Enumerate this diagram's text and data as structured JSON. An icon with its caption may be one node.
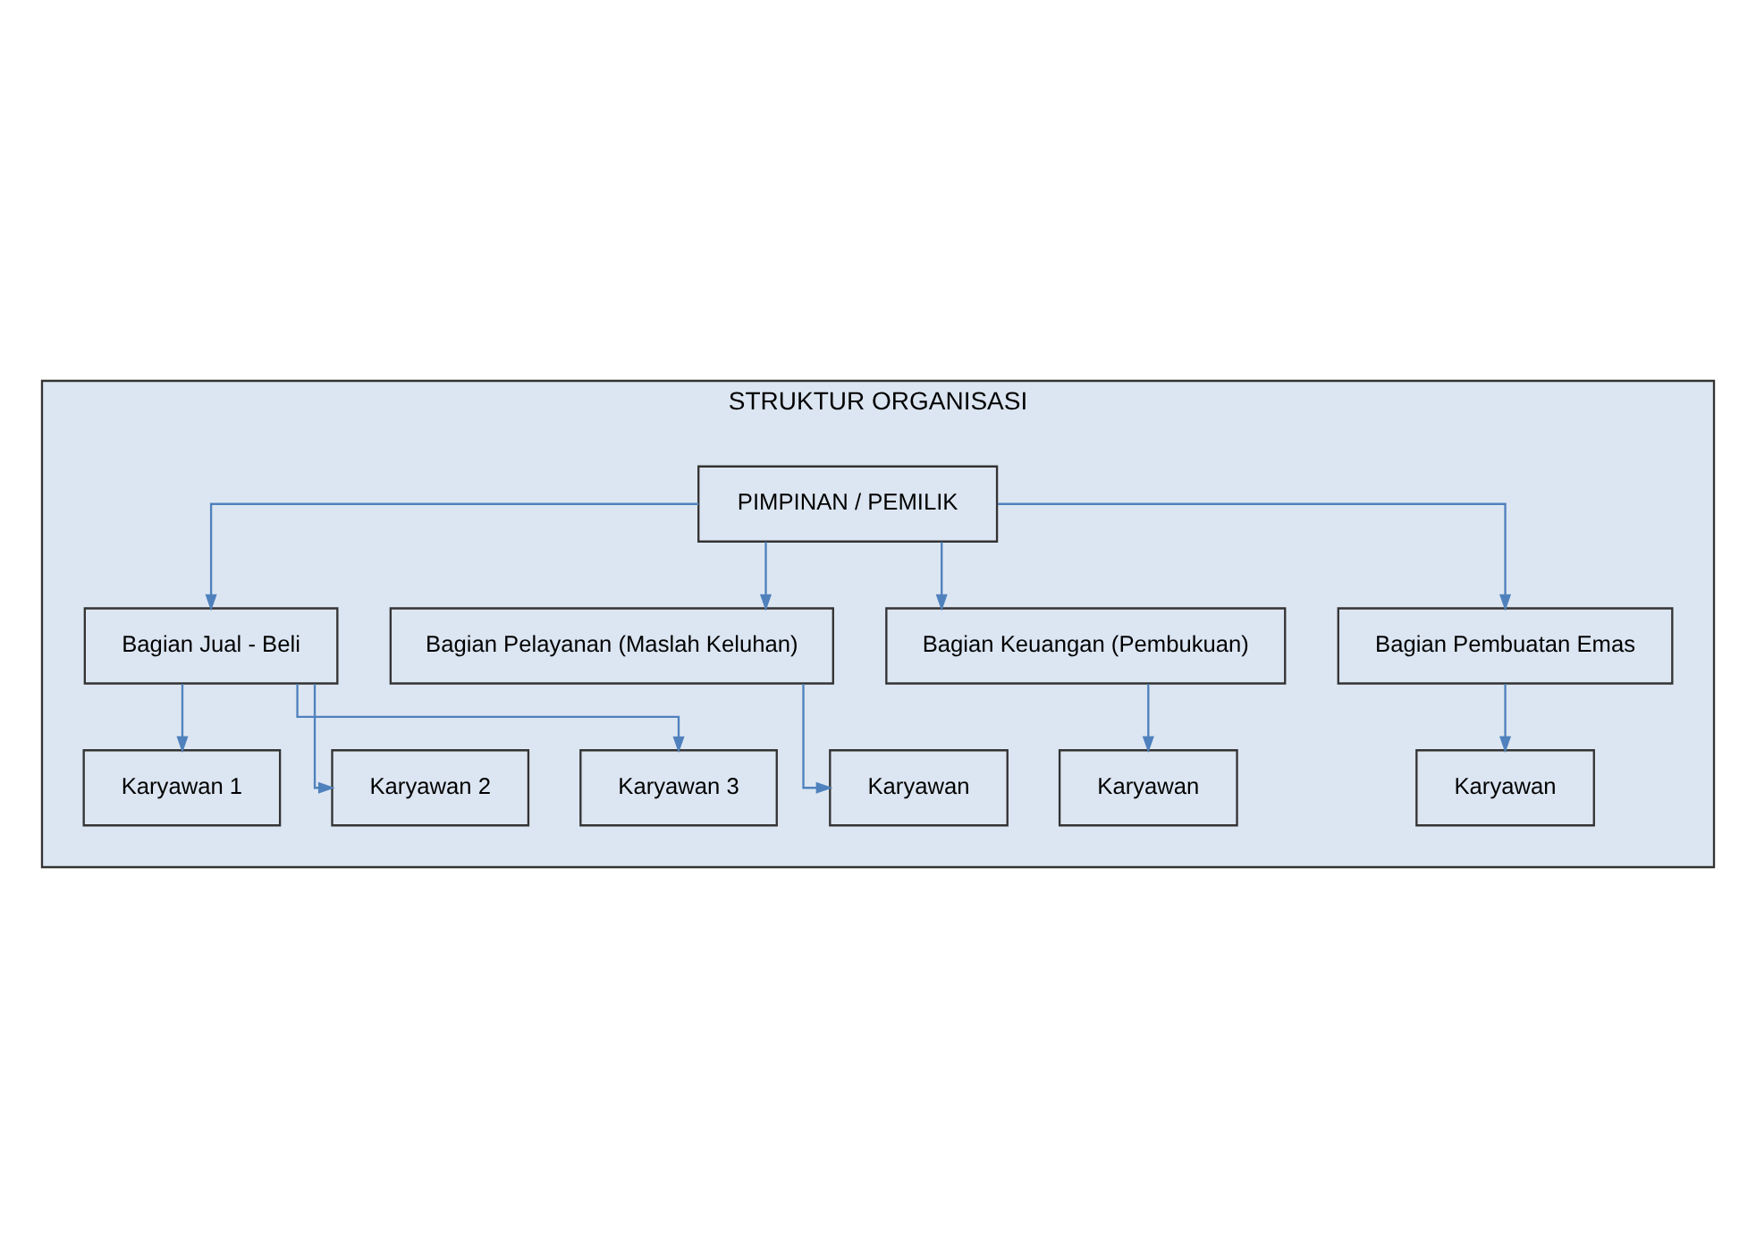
{
  "diagram": {
    "nodes": [
      {
        "text": [
          "STRUKTUR ORGANISASI"
        ]
      },
      {
        "text": [
          "PIMPINAN / PEMILIK"
        ],
        "in": 0
      },
      {
        "text": [
          "Bagian Jual - Beli"
        ],
        "in": 0
      },
      {
        "text": [
          "Bagian Pelayanan (Maslah Keluhan)"
        ],
        "in": 0
      },
      {
        "text": [
          "Bagian Keuangan (Pembukuan)"
        ],
        "in": 0
      },
      {
        "text": [
          "Bagian Pembuatan Emas"
        ],
        "in": 0
      },
      {
        "text": [
          "Karyawan 1"
        ],
        "in": 0
      },
      {
        "text": [
          "Karyawan 2"
        ],
        "in": 0
      },
      {
        "text": [
          "Karyawan 3"
        ],
        "in": 0
      },
      {
        "text": [
          "Karyawan"
        ],
        "in": 0
      },
      {
        "text": [
          "Karyawan"
        ],
        "in": 0
      },
      {
        "text": [
          "Karyawan"
        ],
        "in": 0
      }
    ],
    "edges": [
      {
        "from": 1,
        "to": 2,
        "arrow": "to"
      },
      {
        "from": 1,
        "to": 3,
        "arrow": "to"
      },
      {
        "from": 1,
        "to": 4,
        "arrow": "to"
      },
      {
        "from": 1,
        "to": 5,
        "arrow": "to"
      },
      {
        "from": 2,
        "to": 6,
        "arrow": "to"
      },
      {
        "from": 2,
        "to": 7,
        "arrow": "to"
      },
      {
        "from": 2,
        "to": 8,
        "arrow": "to"
      },
      {
        "from": 3,
        "to": 9,
        "arrow": "to"
      },
      {
        "from": 4,
        "to": 10,
        "arrow": "to"
      },
      {
        "from": 5,
        "to": 11,
        "arrow": "to"
      }
    ]
  }
}
